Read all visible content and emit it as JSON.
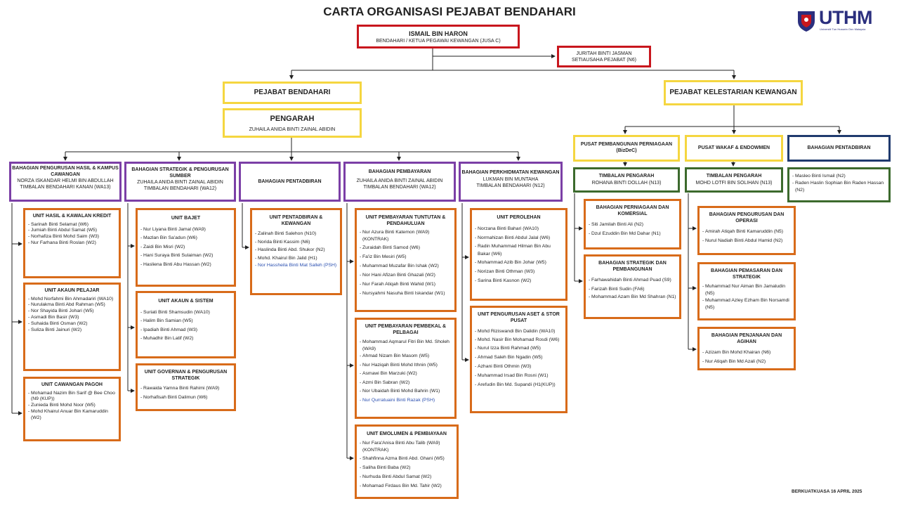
{
  "title": "CARTA ORGANISASI PEJABAT BENDAHARI",
  "logo": {
    "text": "UTHM",
    "sub": "Universiti Tun Hussein Onn Malaysia"
  },
  "footer": "BERKUATKUASA 16 APRIL 2025",
  "top": {
    "name": "ISMAIL BIN HARON",
    "role": "BENDAHARI / KETUA PEGAWAI KEWANGAN (JUSA C)"
  },
  "secretary": {
    "name": "JURITAH BINTI JASMAN",
    "role": "SETIAUSAHA PEJABAT (N6)"
  },
  "left_branch": {
    "title": "PEJABAT BENDAHARI",
    "pengarah_title": "PENGARAH",
    "pengarah_name": "ZUHAILA ANIDA BINTI ZAINAL ABIDIN"
  },
  "right_branch": {
    "title": "PEJABAT KELESTARIAN KEWANGAN"
  },
  "divisions": [
    {
      "title": "BAHAGIAN PENGURUSAN HASIL & KAMPUS CAWANGAN",
      "sub": "NORZA ISKANDAR HELMI BIN ABDULLAH",
      "sub2": "TIMBALAN BENDAHARI KANAN (WA13)"
    },
    {
      "title": "BAHAGIAN STRATEGIK & PENGURUSAN SUMBER",
      "sub": "ZUHAILA ANIDA BINTI ZAINAL ABIDIN",
      "sub2": "TIMBALAN BENDAHARI (WA12)"
    },
    {
      "title": "BAHAGIAN PENTADBIRAN",
      "sub": "",
      "sub2": ""
    },
    {
      "title": "BAHAGIAN PEMBAYARAN",
      "sub": "ZUHAILA ANIDA BINTI ZAINAL ABIDIN",
      "sub2": "TIMBALAN BENDAHARI (WA12)"
    },
    {
      "title": "BAHAGIAN PERKHIDMATAN KEWANGAN",
      "sub": "LUKMAN BIN MUNTAHA",
      "sub2": "TIMBALAN BENDAHARI (N12)"
    }
  ],
  "units": {
    "hasil": {
      "title": "UNIT HASIL & KAWALAN KREDIT",
      "members": [
        "Sarinah Binti Selamat (W6)",
        "Jumiah Binti Abdul Samat (W5)",
        "Norhafiza Binti Mohd Saim (W3)",
        "Nur Farhana Binti Roslan (W2)"
      ]
    },
    "akaun_pelajar": {
      "title": "UNIT AKAUN PELAJAR",
      "members": [
        "Mohd Norfahmi Bin Ahmadariri (WA10)",
        "Nurulakma Binti Abd Rahman (W5)",
        "Nor Shayida Binti Johari (W5)",
        "Asmadi Bin Basir (W3)",
        "Suhaida Binti Osman (W2)",
        "Suliza Binti Jainuri (W2)"
      ]
    },
    "pagoh": {
      "title": "UNIT CAWANGAN PAGOH",
      "members": [
        "Mohamad Nazim Bin Sarif @ Bee Choo (N9 (KUP))",
        "Zunieda Binti Mohd Noor (W5)",
        "Mohd Khairul Anuar Bin Kamaruddin (W2)"
      ]
    },
    "bajet": {
      "title": "UNIT BAJET",
      "members": [
        "Nur Liyana Binti Jamal (WA9)",
        "Mazlan Bin Sa'adun (W6)",
        "Zaidi Bin Misri (W2)",
        "Hani Suraya Binti Sulaiman (W2)",
        "Hasliena Binti Abu Hassan (W2)"
      ]
    },
    "akaun_sistem": {
      "title": "UNIT AKAUN & SISTEM",
      "members": [
        "Suriati Binti Shamsudin (WA10)",
        "Halim Bin Samian (W5)",
        "Ipadiah Binti Ahmad (W3)",
        "Muhadhir Bin Latif (W2)"
      ]
    },
    "governan": {
      "title": "UNIT GOVERNAN & PENGURUSAN STRATEGIK",
      "members": [
        "Rawaida Yamna Binti Rahimi (WA9)",
        "Norhafisah Binti Dalimun (W6)"
      ]
    },
    "pentadbiran": {
      "title": "UNIT PENTADBIRAN & KEWANGAN",
      "members": [
        "Zalinah Binti Salehon (N10)",
        "Norida Binti Kassim (N6)",
        "Haslinda Binti Abd. Shukor (N2)",
        "Mohd. Khairul Bin Jalid (H1)"
      ],
      "vacant": "Nor Hassheila Binti Mat Salleh (PSH)"
    },
    "tuntutan": {
      "title": "UNIT PEMBAYARAN TUNTUTAN & PENDAHULUAN",
      "members": [
        "Nur Azura Binti Katemon (WA9) (KONTRAK)",
        "Zuraidah Binti Samod (W6)",
        "Fa'iz Bin Mesiri (W5)",
        "Muhammad Muzafar Bin Ishak (W2)",
        "Nor Hani Afizan Binti Ghazali (W2)",
        "Nur Farah Atiqah Binti Wahid (W1)",
        "Nursyahmi Nasuha Binti Iskandar (W1)"
      ]
    },
    "pembekal": {
      "title": "UNIT PEMBAYARAN PEMBEKAL & PELBAGAI",
      "members": [
        "Mohammad Aqmarul Fitri Bin Md. Sholeh (WA9)",
        "Ahmad Nizam Bin Masom (W5)",
        "Nur Haziqah Binti Mohd Ithnin (W5)",
        "Asmawi Bin Marzuki (W2)",
        "Azmi Bin Sabran (W2)",
        "Nor Ubaidah Binti Mohd Bahrin (W1)"
      ],
      "vacant": "Nur Qurratuaini Binti Razak (PSH)"
    },
    "emolumen": {
      "title": "UNIT EMOLUMEN & PEMBIAYAAN",
      "members": [
        "Nur Fara'Anisa Binti Abu Talib (WA9) (KONTRAK)",
        "Shahfinna Azma Binti Abd. Ghani (W5)",
        "Saliha Binti Baba (W2)",
        "Nurhuda Binti Abdul Samat (W2)",
        "Mohamad Firdaus Bin Md. Tahir (W2)"
      ]
    },
    "perolehan": {
      "title": "UNIT PEROLEHAN",
      "members": [
        "Norzana Binti Bahari (WA10)",
        "Normahizan Binti Abdul Jalal (W6)",
        "Radin Muhammad Hilman Bin Abu Bakar (W6)",
        "Mohammad Azib Bin Johar (W5)",
        "Norizan Binti Othman (W3)",
        "Sarina Binti Kasnon (W2)"
      ]
    },
    "aset": {
      "title": "UNIT PENGURUSAN ASET & STOR PUSAT",
      "members": [
        "Mohd Riziswandi Bin Dalidin (WA10)",
        "Mohd. Nasir Bin Mohamad Rosdi (W6)",
        "Nurul Izza Binti Rahmad (W5)",
        "Ahmad Saleh Bin Ngadin (W5)",
        "Azhani Binti Othmin (W3)",
        "Muhammad Irsad Bin Rosni (W1)",
        "Arefudin Bin Md. Supandi (H1(KUP))"
      ]
    }
  },
  "pusat": [
    {
      "title": "PUSAT PEMBANGUNAN PERNIAGAAN (BizDeC)"
    },
    {
      "title": "PUSAT WAKAF & ENDOWMEN"
    },
    {
      "title": "BAHAGIAN PENTADBIRAN"
    }
  ],
  "timbalan": [
    {
      "title": "TIMBALAN PENGARAH",
      "name": "ROHANA BINTI DOLLAH (N13)"
    },
    {
      "title": "TIMBALAN PENGARAH",
      "name": "MOHD LOTFI BIN SOLIHAN (N13)"
    }
  ],
  "pentadbiran_right": [
    "Masleo Binti Ismail (N2)",
    "Raden Haslin Sophian Bin Raden Hassan (N2)"
  ],
  "right_units": {
    "perniagaan": {
      "title": "BAHAGIAN PERNIAGAAN DAN KOMERSIAL",
      "members": [
        "Siti Jamilah Binti Ali (N2)",
        "Dzul Ezuddin Bin Md Dahar (N1)"
      ]
    },
    "strategik": {
      "title": "BAHAGIAN STRATEGIK DAN PEMBANGUNAN",
      "members": [
        "Farhawahidah Binti Ahmad Puad (S9)",
        "Farizah Binti Sudin (FA6)",
        "Mohammad Azam Bin Md Shahran (N1)"
      ]
    },
    "operasi": {
      "title": "BAHAGIAN PENGURUSAN DAN OPERASI",
      "members": [
        "Amirah Atiqah Binti Kamaruddin (N5)",
        "Nurul Nadiah Binti Abdul Hamid (N2)"
      ]
    },
    "pemasaran": {
      "title": "BAHAGIAN PEMASARAN DAN STRATEGIK",
      "members": [
        "Muhammad Nur Aiman Bin Jamaludin (N5)",
        "Muhammad Azley Ezham Bin Norsamdi (N5)"
      ]
    },
    "penjanaan": {
      "title": "BAHAGIAN PENJANAAN DAN AGIHAN",
      "members": [
        "Azizam Bin Mohd Khairan (N6)",
        "Nur Atiqah Bin Md Azali (N2)"
      ]
    }
  },
  "colors": {
    "red": "#c8161d",
    "yellow": "#f5d640",
    "purple": "#7b3fa6",
    "orange": "#d86b1a",
    "green": "#3c6a2d",
    "navy": "#1f3a6e"
  }
}
